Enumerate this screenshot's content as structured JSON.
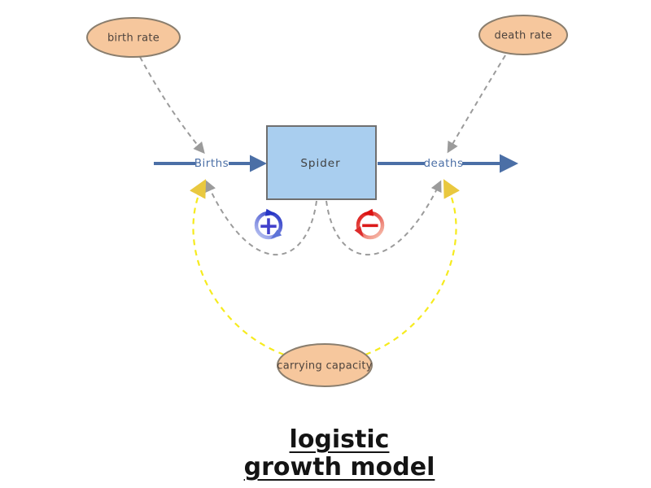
{
  "title": {
    "line1": "logistic",
    "line2": "growth model"
  },
  "stock": {
    "label": "Spider",
    "fill": "#A9CEEF",
    "border": "#6F6F6F"
  },
  "flows": {
    "inflow": {
      "label": "Births"
    },
    "outflow": {
      "label": "deaths"
    },
    "color": "#4B6FA6"
  },
  "converters": {
    "birth_rate": {
      "label": "birth rate"
    },
    "death_rate": {
      "label": "death rate"
    },
    "carrying_capacity": {
      "label": "carrying capacity"
    },
    "fill": "#F6C79D",
    "border": "#8A7E6E",
    "text_color": "#4D433D"
  },
  "loops": {
    "reinforcing": {
      "symbol": "+",
      "color": "#4341CB"
    },
    "balancing": {
      "symbol": "−",
      "color": "#DB1A1A"
    }
  },
  "links": {
    "information_color": "#9B9B9B",
    "constraint_color": "#F6EB1E",
    "constraint_arrow_color": "#E9C83F"
  }
}
